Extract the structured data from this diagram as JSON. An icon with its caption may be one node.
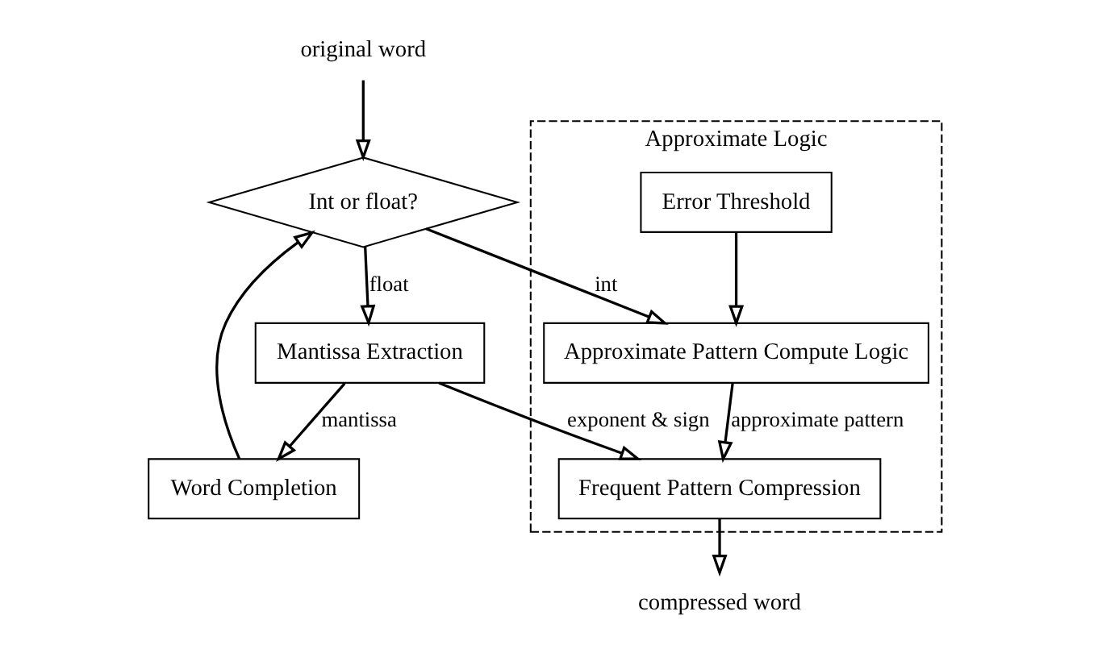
{
  "diagram": {
    "nodes": [
      {
        "text": [
          "original word"
        ]
      },
      {
        "text": [
          "Int or float?"
        ]
      },
      {
        "text": [
          "Approximate Logic"
        ]
      },
      {
        "text": [
          "Approximate Pattern Compute Logic"
        ],
        "in": 2
      },
      {
        "text": [
          "Error Threshold"
        ],
        "in": 2
      },
      {
        "text": [
          "Frequent Pattern Compression"
        ],
        "in": 2
      },
      {
        "text": [
          "Word Completion"
        ]
      },
      {
        "text": [
          "Mantissa Extraction"
        ]
      },
      {
        "text": [
          "compressed word"
        ]
      }
    ],
    "edges": [
      {
        "from": 0,
        "to": 1,
        "arrow": "to"
      },
      {
        "from": 1,
        "to": 3,
        "arrow": "to",
        "label": "int"
      },
      {
        "from": 1,
        "to": 7,
        "arrow": "to",
        "label": "float"
      },
      {
        "from": 4,
        "to": 3,
        "arrow": "to"
      },
      {
        "from": 3,
        "to": 5,
        "arrow": "to",
        "label": "approximate pattern"
      },
      {
        "from": 7,
        "to": 6,
        "arrow": "to",
        "label": "mantissa"
      },
      {
        "from": 6,
        "to": 1,
        "arrow": "to"
      },
      {
        "from": 7,
        "to": 5,
        "arrow": "to",
        "label": "exponent & sign"
      },
      {
        "from": 5,
        "to": 8,
        "arrow": "to"
      }
    ]
  }
}
